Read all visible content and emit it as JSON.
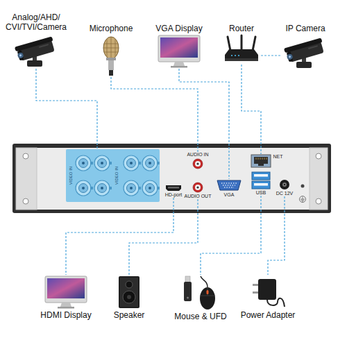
{
  "diagram": {
    "nodes": [
      {
        "text": [
          "Analog/AHD/ CVI/TVI/Camera"
        ]
      },
      {
        "text": [
          "Microphone"
        ]
      },
      {
        "text": [
          "VGA Display"
        ]
      },
      {
        "text": [
          "Router"
        ]
      },
      {
        "text": [
          "IP Camera"
        ]
      },
      {
        "text": [
          "VIDEO IN",
          "VIDEO IN"
        ]
      },
      {
        "text": [
          "AUDIO IN"
        ]
      },
      {
        "text": [
          "AUDIO OUT"
        ]
      },
      {
        "text": [
          "HD-port"
        ]
      },
      {
        "text": [
          "VGA"
        ]
      },
      {
        "text": [
          "NET"
        ]
      },
      {
        "text": [
          "USB"
        ]
      },
      {
        "text": [
          "DC 12V"
        ]
      },
      {
        "text": [
          "HDMI Display"
        ]
      },
      {
        "text": [
          "Speaker"
        ]
      },
      {
        "text": [
          "Mouse & UFD"
        ]
      },
      {
        "text": [
          "Power Adapter"
        ]
      }
    ],
    "edges": [
      {
        "from": 0,
        "to": 5,
        "arrow": "none"
      },
      {
        "from": 1,
        "to": 6,
        "arrow": "none"
      },
      {
        "from": 2,
        "to": 9,
        "arrow": "none"
      },
      {
        "from": 3,
        "to": 10,
        "arrow": "none"
      },
      {
        "from": 3,
        "to": 4,
        "arrow": "none"
      },
      {
        "from": 8,
        "to": 13,
        "arrow": "none"
      },
      {
        "from": 7,
        "to": 14,
        "arrow": "none"
      },
      {
        "from": 11,
        "to": 15,
        "arrow": "none"
      },
      {
        "from": 12,
        "to": 16,
        "arrow": "none"
      }
    ]
  }
}
